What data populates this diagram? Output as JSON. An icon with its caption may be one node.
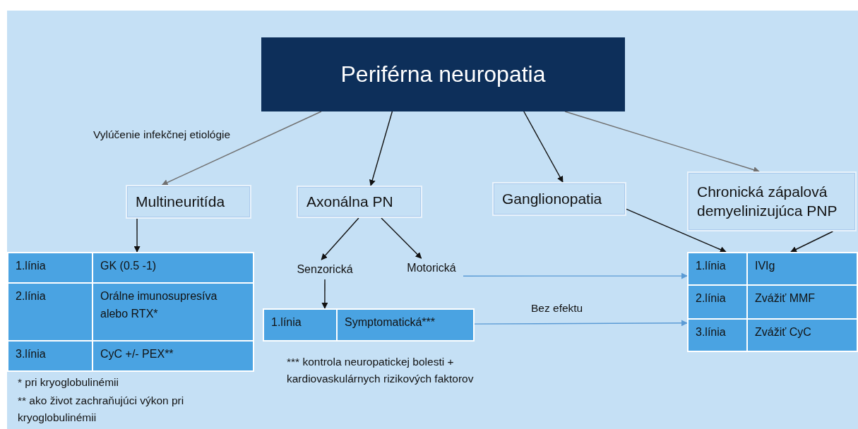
{
  "diagram": {
    "nodes": [
      {
        "text": [
          "Periférna neuropatia"
        ]
      },
      {
        "text": [
          "Multineuritída"
        ]
      },
      {
        "text": [
          "Axonálna PN"
        ]
      },
      {
        "text": [
          "Ganglionopatia"
        ]
      },
      {
        "text": [
          "Chronická zápalová demyelinizujúca PNP"
        ]
      },
      {
        "text": [],
        "shape": "box"
      },
      {
        "text": [
          "1.línia"
        ],
        "in": 5
      },
      {
        "text": [
          "GK (0.5 -1)"
        ],
        "in": 5
      },
      {
        "text": [
          "2.línia"
        ],
        "in": 5
      },
      {
        "text": [
          "Orálne imunosupresíva alebo RTX*"
        ],
        "in": 5
      },
      {
        "text": [
          "3.línia"
        ],
        "in": 5
      },
      {
        "text": [
          "CyC +/- PEX**"
        ],
        "in": 5
      },
      {
        "text": [
          "Senzorická"
        ]
      },
      {
        "text": [
          "Motorická"
        ]
      },
      {
        "text": [],
        "shape": "box"
      },
      {
        "text": [
          "1.línia"
        ],
        "in": 14
      },
      {
        "text": [
          "Symptomatická***"
        ],
        "in": 14
      },
      {
        "text": [],
        "shape": "box"
      },
      {
        "text": [
          "1.línia"
        ],
        "in": 17
      },
      {
        "text": [
          "IVIg"
        ],
        "in": 17
      },
      {
        "text": [
          "2.línia"
        ],
        "in": 17
      },
      {
        "text": [
          "Zvážiť MMF"
        ],
        "in": 17
      },
      {
        "text": [
          "3.línia"
        ],
        "in": 17
      },
      {
        "text": [
          "Zvážiť CyC"
        ],
        "in": 17
      }
    ],
    "edges": [
      {
        "from": 0,
        "to": 1,
        "arrow": "to",
        "label": "Vylúčenie infekčnej etiológie",
        "color": "#707070"
      },
      {
        "from": 0,
        "to": 2,
        "arrow": "to"
      },
      {
        "from": 0,
        "to": 3,
        "arrow": "to"
      },
      {
        "from": 0,
        "to": 4,
        "arrow": "to",
        "color": "#707070"
      },
      {
        "from": 1,
        "to": 5,
        "arrow": "to"
      },
      {
        "from": 2,
        "to": 12,
        "arrow": "to"
      },
      {
        "from": 2,
        "to": 13,
        "arrow": "to"
      },
      {
        "from": 12,
        "to": 14,
        "arrow": "to"
      },
      {
        "from": 13,
        "to": 17,
        "arrow": "to",
        "color": "#5b9bd5"
      },
      {
        "from": 14,
        "to": 17,
        "arrow": "to",
        "label": "Bez efektu",
        "color": "#5b9bd5"
      },
      {
        "from": 3,
        "to": 17,
        "arrow": "to"
      },
      {
        "from": 4,
        "to": 17,
        "arrow": "to"
      }
    ],
    "labels": [
      "* pri kryoglobulinémii",
      "** ako život zachraňujúci výkon pri kryoglobulinémii",
      "*** kontrola neuropatickej bolesti + kardiovaskulárnych rizikových faktorov"
    ]
  }
}
